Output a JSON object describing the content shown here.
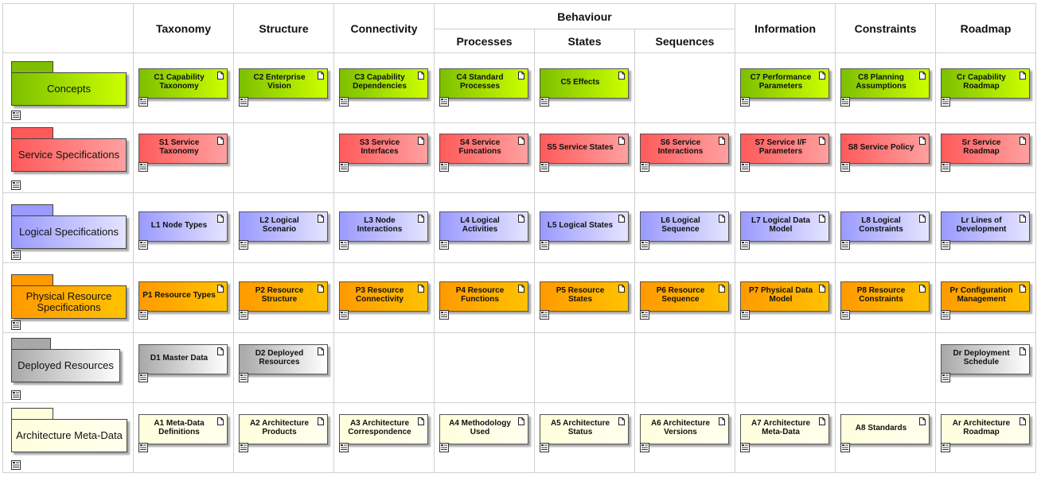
{
  "headers": {
    "taxonomy": "Taxonomy",
    "structure": "Structure",
    "connectivity": "Connectivity",
    "behaviour": "Behaviour",
    "processes": "Processes",
    "states": "States",
    "sequences": "Sequences",
    "information": "Information",
    "constraints": "Constraints",
    "roadmap": "Roadmap"
  },
  "colors": {
    "concepts": [
      "#7dbf00",
      "#ccff00"
    ],
    "service": [
      "#ff5a5a",
      "#ffa0a0"
    ],
    "logical": [
      "#9a9aff",
      "#e4e4ff"
    ],
    "physical": [
      "#ff9a00",
      "#ffc200"
    ],
    "deployed": [
      "#a8a8a8",
      "#ffffff"
    ],
    "meta": [
      "#ffffdd",
      "#ffffee"
    ]
  },
  "rows": [
    {
      "id": "concepts",
      "label": "Concepts",
      "cells": [
        "C1 Capability Taxonomy",
        "C2 Enterprise Vision",
        "C3 Capability Dependencies",
        "C4 Standard Processes",
        "C5 Effects",
        "",
        "C7 Performance Parameters",
        "C8 Planning Assumptions",
        "Cr Capability Roadmap"
      ]
    },
    {
      "id": "service",
      "label": "Service Specifications",
      "cells": [
        "S1 Service Taxonomy",
        "",
        "S3 Service Interfaces",
        "S4 Service Funcations",
        "S5 Service States",
        "S6 Service Interactions",
        "S7 Service I/F Parameters",
        "S8 Service Policy",
        "Sr Service Roadmap"
      ]
    },
    {
      "id": "logical",
      "label": "Logical Specifications",
      "cells": [
        "L1 Node Types",
        "L2 Logical Scenario",
        "L3 Node Interactions",
        "L4 Logical Activities",
        "L5 Logical States",
        "L6 Logical Sequence",
        "L7 Logical Data Model",
        "L8 Logical Constraints",
        "Lr Lines of Development"
      ]
    },
    {
      "id": "physical",
      "label": "Physical Resource Specifications",
      "cells": [
        "P1 Resource Types",
        "P2 Resource Structure",
        "P3 Resource Connectivity",
        "P4 Resource Functions",
        "P5 Resource States",
        "P6 Resource Sequence",
        "P7 Physical Data Model",
        "P8 Resource Constraints",
        "Pr Configuration Management"
      ]
    },
    {
      "id": "deployed",
      "label": "Deployed Resources",
      "cells": [
        "D1 Master Data",
        "D2 Deployed Resources",
        "",
        "",
        "",
        "",
        "",
        "",
        "Dr Deployment Schedule"
      ]
    },
    {
      "id": "meta",
      "label": "Architecture Meta-Data",
      "cells": [
        "A1 Meta-Data Definitions",
        "A2 Architecture Products",
        "A3 Architecture Correspondence",
        "A4 Methodology Used",
        "A5 Architecture Status",
        "A6 Architecture Versions",
        "A7 Architecture Meta-Data",
        "A8 Standards",
        "Ar Architecture Roadmap"
      ]
    }
  ]
}
